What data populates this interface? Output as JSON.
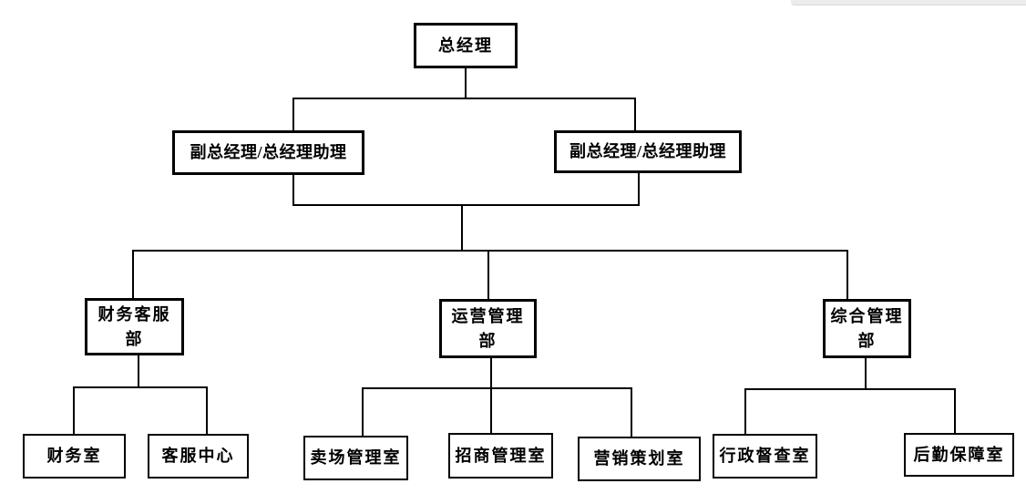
{
  "org_chart": {
    "type": "org-chart",
    "nodes": {
      "ceo": {
        "label": "总经理",
        "level": 1
      },
      "vp_left": {
        "label": "副总经理/总经理助理",
        "level": 2
      },
      "vp_right": {
        "label": "副总经理/总经理助理",
        "level": 2
      },
      "dept_finance_service": {
        "label": "财务客服\n部",
        "level": 3
      },
      "dept_operations": {
        "label": "运营管理\n部",
        "level": 3
      },
      "dept_general": {
        "label": "综合管理\n部",
        "level": 3
      },
      "office_finance": {
        "label": "财务室",
        "level": 4
      },
      "office_customer_service": {
        "label": "客服中心",
        "level": 4
      },
      "office_store_mgmt": {
        "label": "卖场管理室",
        "level": 4
      },
      "office_merchant_mgmt": {
        "label": "招商管理室",
        "level": 4
      },
      "office_marketing": {
        "label": "营销策划室",
        "level": 4
      },
      "office_admin_supervision": {
        "label": "行政督查室",
        "level": 4
      },
      "office_logistics": {
        "label": "后勤保障室",
        "level": 4
      }
    },
    "hierarchy": [
      {
        "parent": "总经理",
        "children": [
          "副总经理/总经理助理",
          "副总经理/总经理助理"
        ]
      },
      {
        "parent": "副总经理/总经理助理",
        "children": [
          "财务客服部",
          "运营管理部",
          "综合管理部"
        ]
      },
      {
        "parent": "财务客服部",
        "children": [
          "财务室",
          "客服中心"
        ]
      },
      {
        "parent": "运营管理部",
        "children": [
          "卖场管理室",
          "招商管理室",
          "营销策划室"
        ]
      },
      {
        "parent": "综合管理部",
        "children": [
          "行政督查室",
          "后勤保障室"
        ]
      }
    ],
    "colors": {
      "box_border": "#000000",
      "box_fill": "#ffffff",
      "text": "#000000",
      "connector": "#000000"
    }
  }
}
